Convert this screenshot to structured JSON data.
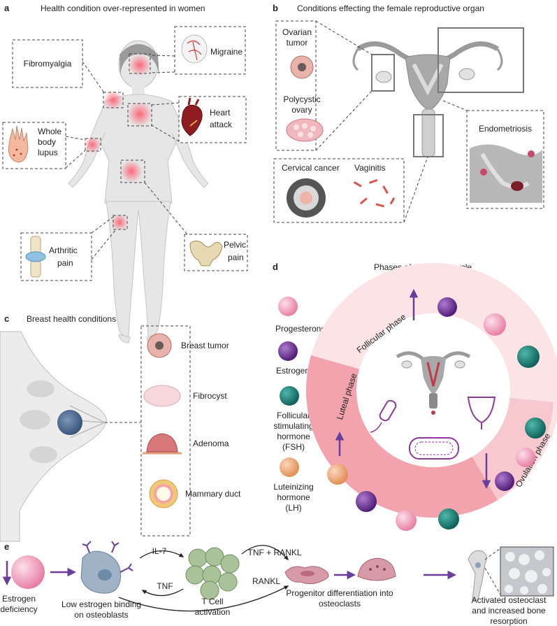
{
  "panels": {
    "a": {
      "letter": "a",
      "title": "Health condition over-represented in women",
      "conditions": {
        "fibromyalgia": "Fibromyalgia",
        "migraine": "Migraine",
        "heart_attack_1": "Heart",
        "heart_attack_2": "attack",
        "lupus_1": "Whole",
        "lupus_2": "body",
        "lupus_3": "lupus",
        "arthritic_1": "Arthritic",
        "arthritic_2": "pain",
        "pelvic_1": "Pelvic",
        "pelvic_2": "pain"
      }
    },
    "b": {
      "letter": "b",
      "title": "Conditions effecting the female reproductive organ",
      "ovarian_1": "Ovarian",
      "ovarian_2": "tumor",
      "polycystic_1": "Polycystic",
      "polycystic_2": "ovary",
      "cervical": "Cervical cancer",
      "vaginitis": "Vaginitis",
      "endometriosis": "Endometriosis"
    },
    "c": {
      "letter": "c",
      "title": "Breast health conditions",
      "items": [
        "Breast tumor",
        "Fibrocyst",
        "Adenoma",
        "Mammary duct"
      ]
    },
    "d": {
      "letter": "d",
      "title": "Phases of menstrual cycle",
      "legend": {
        "progesterone": "Progesterone",
        "estrogen": "Estrogen",
        "fsh_1": "Follicular",
        "fsh_2": "stimulating",
        "fsh_3": "hormone",
        "fsh_4": "(FSH)",
        "lh_1": "Luteinizing",
        "lh_2": "hormone",
        "lh_3": "(LH)"
      },
      "phases": {
        "follicular": "Follicular phase",
        "luteal": "Luteal phase",
        "ovulation": "Ovulation phase"
      }
    },
    "e": {
      "letter": "e",
      "estrogen_1": "Estrogen",
      "estrogen_2": "deficiency",
      "osteoblast_1": "Low estrogen binding",
      "osteoblast_2": "on osteoblasts",
      "il7": "IL-7",
      "tnf": "TNF",
      "tcell_1": "T Cell",
      "tcell_2": "activation",
      "tnf_rankl": "TNF + RANKL",
      "rankl": "RANKL",
      "progenitor_1": "Progenitor differentiation into",
      "progenitor_2": "osteoclasts",
      "bone_1": "Activated osteoclast",
      "bone_2": "and increased bone",
      "bone_3": "resorption"
    }
  },
  "colors": {
    "progesterone": "#f08fb0",
    "estrogen": "#6a2c8c",
    "fsh": "#0f7d72",
    "lh": "#f0a572",
    "follicular_bg": "#fbe3e6",
    "luteal_bg": "#f2a3ad",
    "ovulation_bg": "#f7c9cf",
    "accent": "#6a3d9a"
  }
}
